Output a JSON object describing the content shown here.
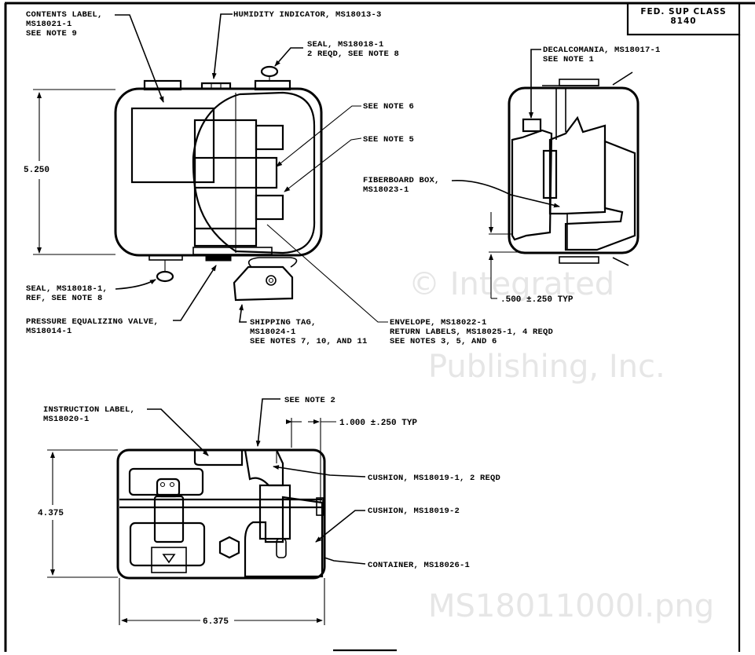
{
  "title_block": {
    "line1": "FED. SUP CLASS",
    "line2": "8140"
  },
  "watermark": {
    "line1": "© Integrated",
    "line2": "Publishing, Inc.",
    "line3": "MS18011000I.png"
  },
  "top_view": {
    "labels": {
      "contents_label": [
        "CONTENTS LABEL,",
        "MS18021-1",
        "SEE NOTE 9"
      ],
      "humidity_indicator": [
        "HUMIDITY INDICATOR, MS18013-3"
      ],
      "seal_top": [
        "SEAL, MS18018-1",
        "2 REQD, SEE NOTE 8"
      ],
      "see_note_6": [
        "SEE NOTE 6"
      ],
      "see_note_5": [
        "SEE NOTE 5"
      ],
      "seal_ref": [
        "SEAL, MS18018-1,",
        "REF, SEE NOTE 8"
      ],
      "pressure_valve": [
        "PRESSURE EQUALIZING VALVE,",
        "MS18014-1"
      ],
      "shipping_tag": [
        "SHIPPING TAG,",
        "MS18024-1",
        "SEE NOTES 7, 10, AND 11"
      ],
      "envelope": [
        "ENVELOPE, MS18022-1",
        "RETURN LABELS, MS18025-1, 4 REQD",
        "SEE NOTES 3, 5, AND 6"
      ]
    },
    "dimension_height": "5.250"
  },
  "side_view": {
    "labels": {
      "decalcomania": [
        "DECALCOMANIA, MS18017-1",
        "SEE NOTE 1"
      ],
      "fiberboard_box": [
        "FIBERBOARD BOX,",
        "MS18023-1"
      ]
    },
    "dimension_clearance": ".500 ±.250 TYP"
  },
  "front_view": {
    "labels": {
      "instruction_label": [
        "INSTRUCTION LABEL,",
        "MS18020-1"
      ],
      "see_note_2": [
        "SEE NOTE 2"
      ],
      "cushion_1": [
        "CUSHION, MS18019-1, 2 REQD"
      ],
      "cushion_2": [
        "CUSHION, MS18019-2"
      ],
      "container": [
        "CONTAINER, MS18026-1"
      ]
    },
    "dimension_offset": "1.000 ±.250 TYP",
    "dimension_height": "4.375",
    "dimension_width": "6.375"
  }
}
